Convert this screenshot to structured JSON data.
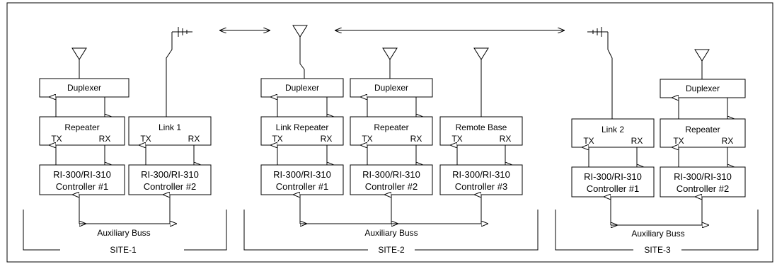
{
  "sites": [
    {
      "label": "SITE-1",
      "buss_label": "Auxiliary Buss",
      "duplexers": [
        "Duplexer"
      ],
      "radios": [
        {
          "name": "Repeater",
          "tx": "TX",
          "rx": "RX"
        },
        {
          "name": "Link 1",
          "tx": "TX",
          "rx": "RX"
        }
      ],
      "controllers": [
        {
          "model": "RI-300/RI-310",
          "name": "Controller #1"
        },
        {
          "model": "RI-300/RI-310",
          "name": "Controller #2"
        }
      ]
    },
    {
      "label": "SITE-2",
      "buss_label": "Auxiliary Buss",
      "duplexers": [
        "Duplexer",
        "Duplexer"
      ],
      "radios": [
        {
          "name": "Link Repeater",
          "tx": "TX",
          "rx": "RX"
        },
        {
          "name": "Repeater",
          "tx": "TX",
          "rx": "RX"
        },
        {
          "name": "Remote Base",
          "tx": "TX",
          "rx": "RX"
        }
      ],
      "controllers": [
        {
          "model": "RI-300/RI-310",
          "name": "Controller #1"
        },
        {
          "model": "RI-300/RI-310",
          "name": "Controller #2"
        },
        {
          "model": "RI-300/RI-310",
          "name": "Controller #3"
        }
      ]
    },
    {
      "label": "SITE-3",
      "buss_label": "Auxiliary Buss",
      "duplexers": [
        "Duplexer"
      ],
      "radios": [
        {
          "name": "Link 2",
          "tx": "TX",
          "rx": "RX"
        },
        {
          "name": "Repeater",
          "tx": "TX",
          "rx": "RX"
        }
      ],
      "controllers": [
        {
          "model": "RI-300/RI-310",
          "name": "Controller #1"
        },
        {
          "model": "RI-300/RI-310",
          "name": "Controller #2"
        }
      ]
    }
  ]
}
